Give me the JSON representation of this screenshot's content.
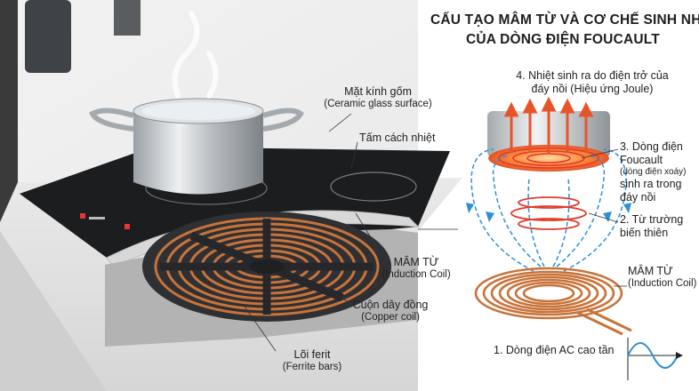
{
  "title": {
    "line1": "CẤU TẠO MÂM TỪ VÀ CƠ CHẾ SINH NHIỆT",
    "line2": "CỦA DÒNG ĐIỆN FOUCAULT"
  },
  "left_labels": {
    "ceramic": {
      "main": "Mặt kính gốm",
      "sub": "(Ceramic glass surface)"
    },
    "insulation": {
      "main": "Tấm cách nhiệt"
    },
    "coil_tray": {
      "main": "MÂM TỪ",
      "sub": "(Induction Coil)"
    },
    "copper": {
      "main": "Cuộn dây đồng",
      "sub": "(Copper coil)"
    },
    "ferrite": {
      "main": "Lõi ferit",
      "sub": "(Ferrite bars)"
    }
  },
  "right_labels": {
    "heat": {
      "line1": "4. Nhiệt sinh ra do điện trở của",
      "line2": "đáy nồi (Hiệu ứng Joule)"
    },
    "eddy": {
      "line1": "3. Dòng điện",
      "line2": "Foucault",
      "line3": "(dòng điện xoáy)",
      "line4": "sinh ra trong",
      "line5": "đáy nồi"
    },
    "field": {
      "line1": "2. Từ trường",
      "line2": "biến thiên"
    },
    "coil": {
      "main": "MÂM TỪ",
      "sub": "(Induction Coil)"
    },
    "current": {
      "main": "1. Dòng điện AC cao tần"
    }
  },
  "colors": {
    "copper": "#c8733a",
    "heat_arrow": "#e8542a",
    "field_line": "#2f8fd6",
    "eddy": "#e23b2a"
  }
}
